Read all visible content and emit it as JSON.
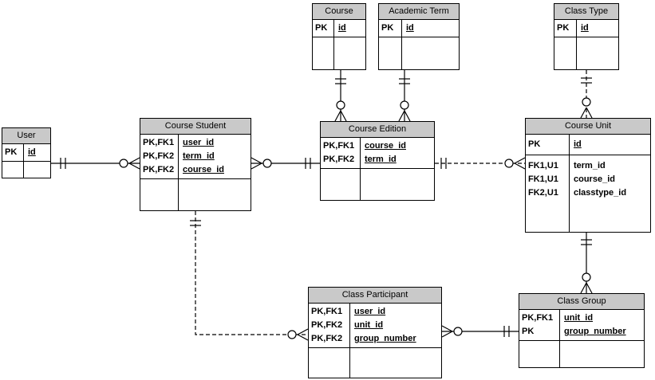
{
  "colors": {
    "header_bg": "#c9c9c9",
    "border": "#000000",
    "background": "#ffffff"
  },
  "notation": "crow-foot",
  "entities": {
    "user": {
      "title": "User",
      "pk_rows": [
        {
          "keys": "PK",
          "field": "id"
        }
      ],
      "attr_rows": []
    },
    "course_student": {
      "title": "Course Student",
      "pk_rows": [
        {
          "keys": "PK,FK1",
          "field": "user_id"
        },
        {
          "keys": "PK,FK2",
          "field": "term_id"
        },
        {
          "keys": "PK,FK2",
          "field": "course_id"
        }
      ],
      "attr_rows": []
    },
    "course": {
      "title": "Course",
      "pk_rows": [
        {
          "keys": "PK",
          "field": "id"
        }
      ],
      "attr_rows": []
    },
    "academic_term": {
      "title": "Academic Term",
      "pk_rows": [
        {
          "keys": "PK",
          "field": "id"
        }
      ],
      "attr_rows": []
    },
    "course_edition": {
      "title": "Course Edition",
      "pk_rows": [
        {
          "keys": "PK,FK1",
          "field": "course_id"
        },
        {
          "keys": "PK,FK2",
          "field": "term_id"
        }
      ],
      "attr_rows": []
    },
    "class_type": {
      "title": "Class Type",
      "pk_rows": [
        {
          "keys": "PK",
          "field": "id"
        }
      ],
      "attr_rows": []
    },
    "course_unit": {
      "title": "Course Unit",
      "pk_rows": [
        {
          "keys": "PK",
          "field": "id"
        }
      ],
      "attr_rows": [
        {
          "keys": "FK1,U1",
          "field": "term_id"
        },
        {
          "keys": "FK1,U1",
          "field": "course_id"
        },
        {
          "keys": "FK2,U1",
          "field": "classtype_id"
        }
      ]
    },
    "class_participant": {
      "title": "Class Participant",
      "pk_rows": [
        {
          "keys": "PK,FK1",
          "field": "user_id"
        },
        {
          "keys": "PK,FK2",
          "field": "unit_id"
        },
        {
          "keys": "PK,FK2",
          "field": "group_number"
        }
      ],
      "attr_rows": []
    },
    "class_group": {
      "title": "Class Group",
      "pk_rows": [
        {
          "keys": "PK,FK1",
          "field": "unit_id"
        },
        {
          "keys": "PK",
          "field": "group_number"
        }
      ],
      "attr_rows": []
    }
  },
  "relationships": [
    {
      "from": "User",
      "to": "Course Student",
      "from_cardinality": "exactly one",
      "to_cardinality": "zero or many",
      "identifying": true
    },
    {
      "from": "Course Edition",
      "to": "Course Student",
      "from_cardinality": "exactly one",
      "to_cardinality": "zero or many",
      "identifying": true
    },
    {
      "from": "Course",
      "to": "Course Edition",
      "from_cardinality": "exactly one",
      "to_cardinality": "zero or many",
      "identifying": true
    },
    {
      "from": "Academic Term",
      "to": "Course Edition",
      "from_cardinality": "exactly one",
      "to_cardinality": "zero or many",
      "identifying": true
    },
    {
      "from": "Course Edition",
      "to": "Course Unit",
      "from_cardinality": "exactly one",
      "to_cardinality": "zero or many",
      "identifying": false
    },
    {
      "from": "Class Type",
      "to": "Course Unit",
      "from_cardinality": "exactly one",
      "to_cardinality": "zero or many",
      "identifying": false
    },
    {
      "from": "Course Unit",
      "to": "Class Group",
      "from_cardinality": "exactly one",
      "to_cardinality": "zero or many",
      "identifying": true
    },
    {
      "from": "Course Student",
      "to": "Class Participant",
      "from_cardinality": "exactly one",
      "to_cardinality": "zero or many",
      "identifying": false
    },
    {
      "from": "Class Group",
      "to": "Class Participant",
      "from_cardinality": "exactly one",
      "to_cardinality": "zero or many",
      "identifying": true
    }
  ]
}
